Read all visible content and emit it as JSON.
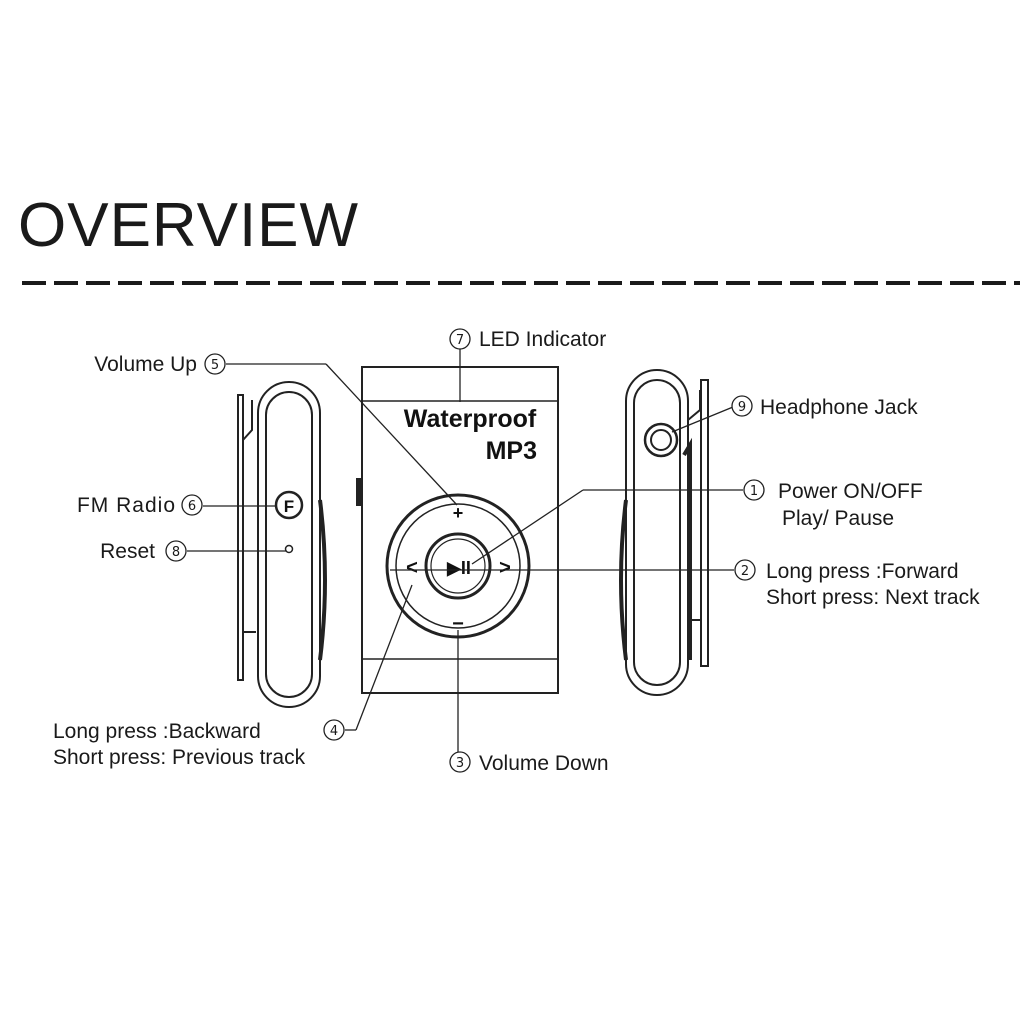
{
  "title": "OVERVIEW",
  "device": {
    "brand_line1": "Waterproof",
    "brand_line2": "MP3",
    "plus_symbol": "+",
    "minus_symbol": "−",
    "prev_symbol": "<",
    "next_symbol": ">",
    "play_pause_symbol": "▶II",
    "fm_key": "F"
  },
  "callouts": {
    "power": {
      "num": "1",
      "line1": "Power ON/OFF",
      "line2": "Play/ Pause"
    },
    "forward": {
      "num": "2",
      "line1": "Long press :Forward",
      "line2": "Short press: Next track"
    },
    "volume_down": {
      "num": "3",
      "label": "Volume Down"
    },
    "backward": {
      "num": "4",
      "line1": "Long press :Backward",
      "line2": "Short press: Previous track"
    },
    "volume_up": {
      "num": "5",
      "label": "Volume Up"
    },
    "fm_radio": {
      "num": "6",
      "label": "FM Radio"
    },
    "led": {
      "num": "7",
      "label": "LED Indicator"
    },
    "reset": {
      "num": "8",
      "label": "Reset"
    },
    "headphone": {
      "num": "9",
      "label": "Headphone Jack"
    }
  }
}
